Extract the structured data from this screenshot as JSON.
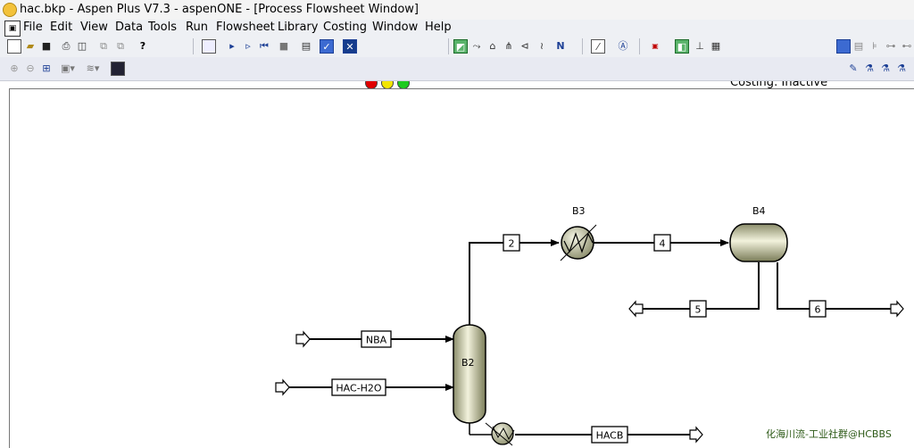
{
  "window": {
    "title": "hac.bkp - Aspen Plus V7.3 - aspenONE - [Process Flowsheet Window]"
  },
  "menu": {
    "items": [
      "File",
      "Edit",
      "View",
      "Data",
      "Tools",
      "Run",
      "Flowsheet",
      "Library",
      "Costing",
      "Window",
      "Help"
    ]
  },
  "toolbar": {
    "costing_label": "Costing: Inactive",
    "status_lights": [
      "#e00000",
      "#f2e500",
      "#1ecb1e"
    ]
  },
  "flowsheet": {
    "blocks": {
      "b2": "B2",
      "b3": "B3",
      "b4": "B4"
    },
    "streams": {
      "nba": "NBA",
      "hac_h2o": "HAC-H2O",
      "s2": "2",
      "s4": "4",
      "s5": "5",
      "s6": "6",
      "hacb": "HACB"
    }
  },
  "watermark": "化海川流-工业社群@HCBBS"
}
